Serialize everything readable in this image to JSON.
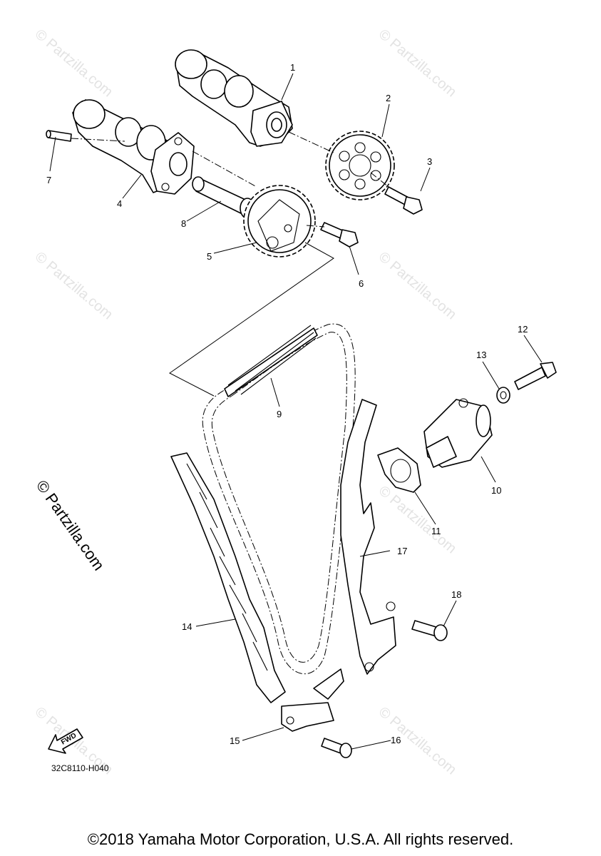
{
  "callouts": [
    "1",
    "2",
    "3",
    "4",
    "5",
    "6",
    "7",
    "8",
    "9",
    "10",
    "11",
    "12",
    "13",
    "14",
    "15",
    "16",
    "17",
    "18"
  ],
  "watermark": "© Partzilla.com",
  "brand_watermark": "© Partzilla.com",
  "fwd_label": "FWD",
  "diagram_code": "32C8110-H040",
  "copyright": "©2018 Yamaha Motor Corporation, U.S.A. All rights reserved."
}
